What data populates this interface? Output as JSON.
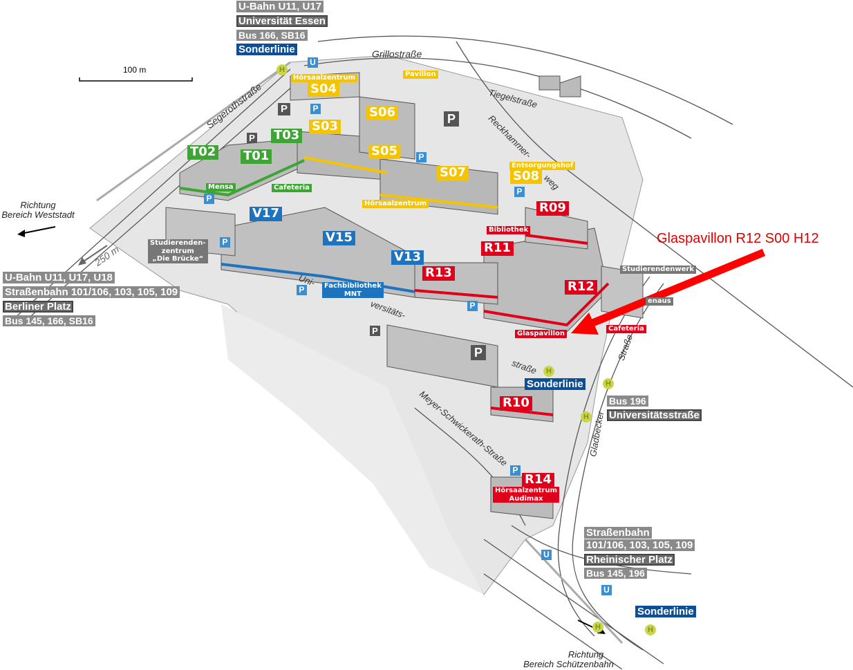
{
  "scale_bar": "100 m",
  "distance_marker": "250 m",
  "transit": {
    "north": {
      "lines": "U-Bahn U11, U17",
      "stop": "Universität Essen",
      "bus": "Bus 166, SB16",
      "special": "Sonderlinie"
    },
    "west": {
      "lines": "U-Bahn U11, U17, U18",
      "tram": "Straßenbahn 101/106, 103, 105, 109",
      "stop": "Berliner Platz",
      "bus": "Bus 145, 166, SB16"
    },
    "east": {
      "special": "Sonderlinie",
      "bus": "Bus 196",
      "stop": "Universitätsstraße"
    },
    "south": {
      "tram": "Straßenbahn",
      "tram_lines": "101/106, 103, 105, 109",
      "stop": "Rheinischer Platz",
      "bus": "Bus 145, 196",
      "special": "Sonderlinie"
    }
  },
  "directions": {
    "west": [
      "Richtung",
      "Bereich Weststadt"
    ],
    "south": [
      "Richtung",
      "Bereich Schützenbahn"
    ]
  },
  "streets": {
    "grillo": "Grillostraße",
    "segeroth": "Segerothstraße",
    "tiegel": "Tiegelstraße",
    "reckhammer1": "Reckhammer-",
    "reckhammer2": "weg",
    "uni1": "Uni-",
    "uni2": "versitäts-",
    "uni3": "straße",
    "gladbecker1": "Gladbecker",
    "gladbecker2": "Straße",
    "meyer": "Meyer-Schwickerath-Straße"
  },
  "buildings": {
    "T01": "T01",
    "T02": "T02",
    "T03": "T03",
    "S03": "S03",
    "S04": "S04",
    "S05": "S05",
    "S06": "S06",
    "S07": "S07",
    "S08": "S08",
    "V13": "V13",
    "V15": "V15",
    "V17": "V17",
    "R09": "R09",
    "R10": "R10",
    "R11": "R11",
    "R12": "R12",
    "R13": "R13",
    "R14": "R14"
  },
  "facilities": {
    "hz_s04": "Hörsaalzentrum",
    "pavillon": "Pavillon",
    "mensa": "Mensa",
    "cafeteria_t": "Cafeteria",
    "entsorgung": "Entsorgungshof",
    "hz_s05": "Hörsaalzentrum",
    "bibliothek": "Bibliothek",
    "fachbib1": "Fachbibliothek",
    "fachbib2": "MNT",
    "glaspavillon": "Glaspavillon",
    "cafeteria_r": "Cafeteria",
    "audimax1": "Hörsaalzentrum",
    "audimax2": "Audimax",
    "studierendenwerk": "Studierendenwerk",
    "gaestehaus": "enaus",
    "bruecke1": "Studierenden-",
    "bruecke2": "zentrum",
    "bruecke3": "„Die Brücke“"
  },
  "icons": {
    "ubahn": "U",
    "halt": "H",
    "parking": "P"
  },
  "annotation": {
    "text": "Glaspavillon R12 S00 H12",
    "color": "#e00000"
  },
  "colors": {
    "green": "#3ea535",
    "yellow": "#f5c400",
    "blue": "#1e73be",
    "red": "#e1001a",
    "sonderlinie": "#0d4f96"
  }
}
